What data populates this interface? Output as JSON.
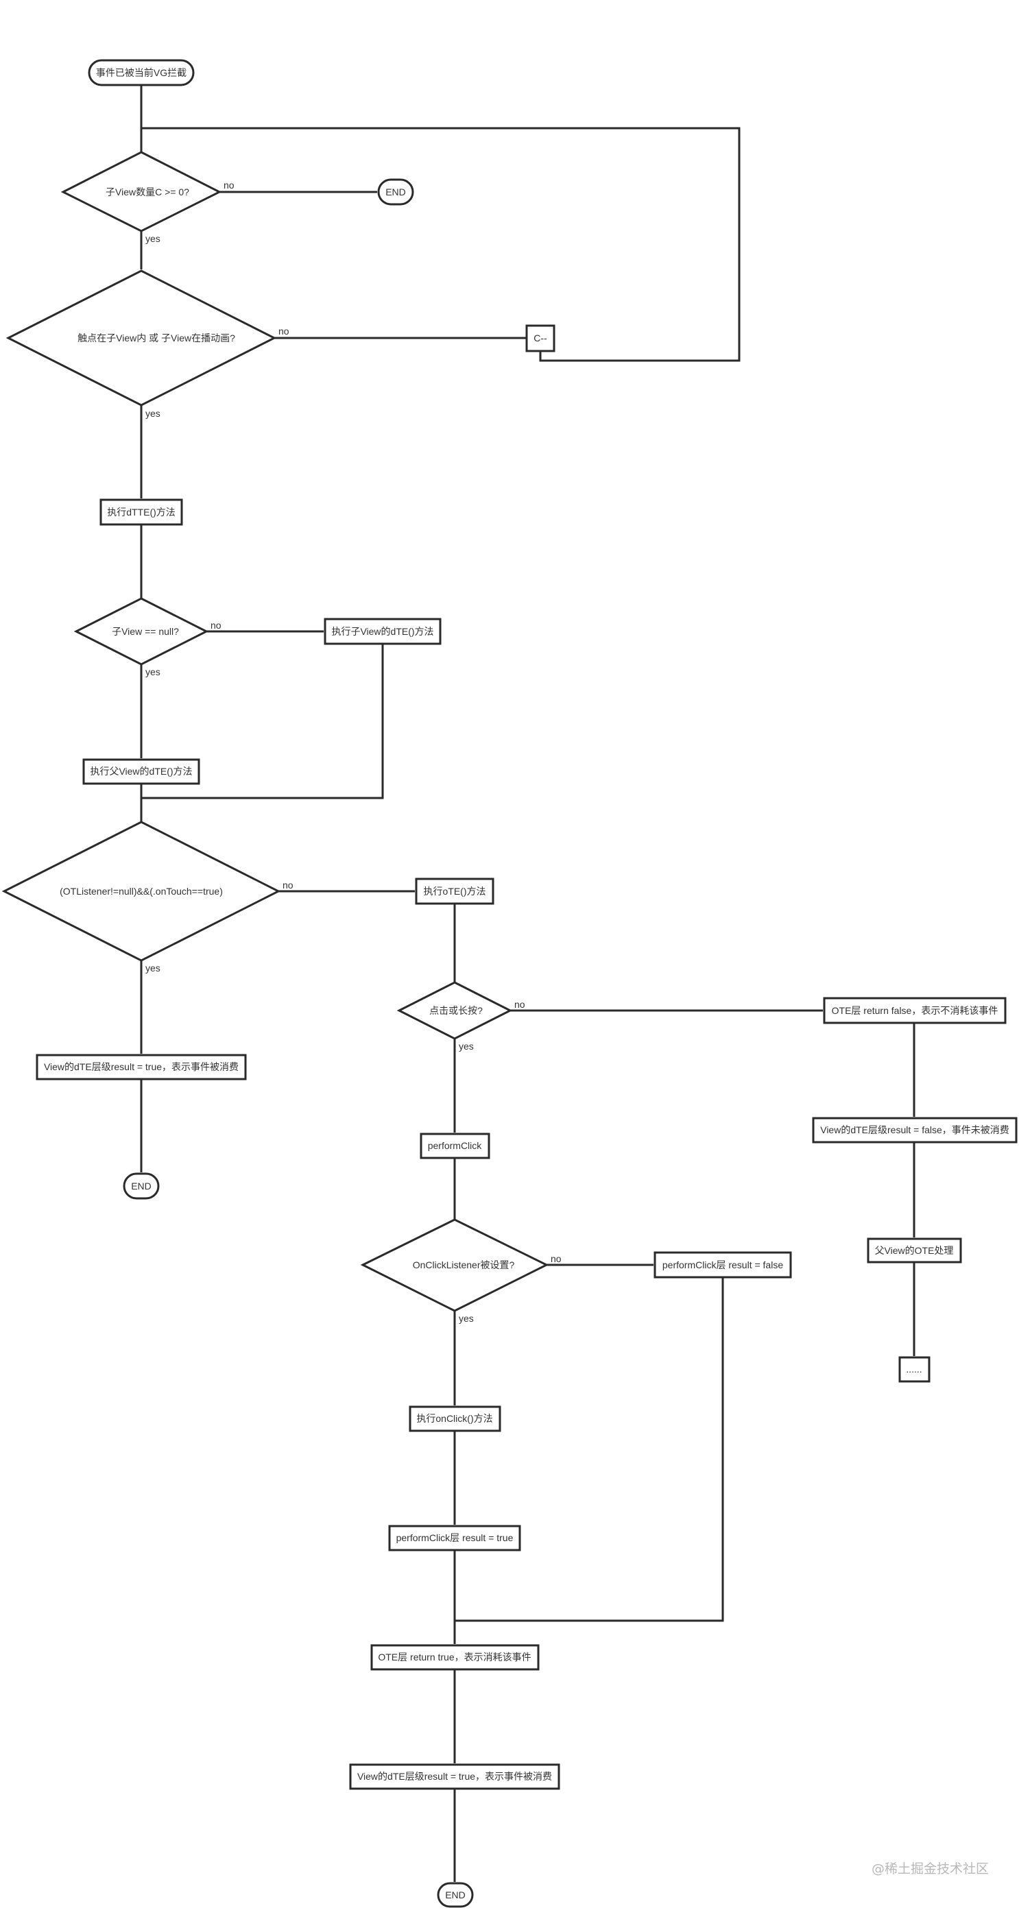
{
  "nodes": {
    "start": "事件已被当前VG拦截",
    "cond_count": "子View数量C >= 0?",
    "end_1": "END",
    "cond_touch": "触点在子View内 或 子View在播动画?",
    "decrement": "C--",
    "exec_dtte": "执行dTTE()方法",
    "cond_child_null": "子View == null?",
    "exec_child_dte": "执行子View的dTE()方法",
    "exec_parent_dte": "执行父View的dTE()方法",
    "cond_otlistener": "(OTListener!=null)&&(.onTouch==true)",
    "exec_ote": "执行oTE()方法",
    "cond_click": "点击或长按?",
    "ote_false": "OTE层 return false，表示不消耗该事件",
    "view_dte_true_1": "View的dTE层级result = true，表示事件被消费",
    "end_2": "END",
    "perform_click": "performClick",
    "view_dte_false": "View的dTE层级result = false，事件未被消费",
    "cond_onclick_set": "OnClickListener被设置?",
    "perform_click_false": "performClick层 result = false",
    "parent_ote": "父View的OTE处理",
    "ellipsis": "......",
    "exec_onclick": "执行onClick()方法",
    "perform_click_true": "performClick层 result = true",
    "ote_true": "OTE层 return true，表示消耗该事件",
    "view_dte_true_2": "View的dTE层级result = true，表示事件被消费",
    "end_3": "END"
  },
  "edge_labels": {
    "no": "no",
    "yes": "yes"
  },
  "watermark": "@稀土掘金技术社区",
  "colors": {
    "stroke": "#2a2a2a",
    "text": "#333333",
    "watermark": "#b8b8b8"
  }
}
